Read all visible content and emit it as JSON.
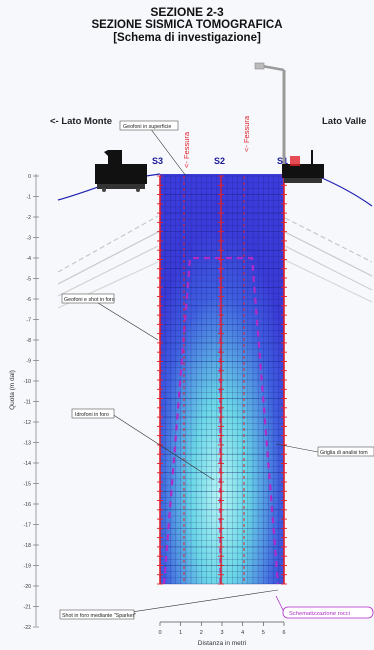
{
  "title": {
    "line1": "SEZIONE 2-3",
    "line2": "SEZIONE SISMICA TOMOGRAFICA",
    "line3": "[Schema di investigazione]"
  },
  "sides": {
    "left": "<- Lato Monte",
    "right": "Lato Valle"
  },
  "boreholes": [
    "S3",
    "S2",
    "S1"
  ],
  "fractures": [
    "<- Fessura",
    "<- Fessura"
  ],
  "yaxis": {
    "label": "Quota (m dal)",
    "ticks": [
      "0",
      "-1",
      "-2",
      "-3",
      "-4",
      "-5",
      "-6",
      "-7",
      "-8",
      "-9",
      "-10",
      "-11",
      "-12",
      "-13",
      "-14",
      "-15",
      "-16",
      "-17",
      "-18",
      "-19",
      "-20",
      "-21",
      "-22"
    ]
  },
  "xaxis": {
    "label": "Distanza in metri",
    "ticks": [
      "0",
      "1",
      "2",
      "3",
      "4",
      "5",
      "6"
    ]
  },
  "annotations": {
    "geofoni_superficie": "Geofoni in superficie",
    "geofoni_spari": "Geofoni e shot in foro",
    "idrofoni": "Idrofoni in foro",
    "griglia": "Griglia di analisi tom",
    "shot_sparker": "Shot in foro mediante \"Sparker\"",
    "schematizzazione": "Schematizzazione rocci"
  },
  "colors": {
    "grid_blue": "#3a3fd8",
    "grid_light": "#6fe6e6",
    "borehole_red": "#e0202a",
    "dashed_magenta": "#b02ac8",
    "slope_line": "#2020b0",
    "crane": "#9a9a9a"
  }
}
